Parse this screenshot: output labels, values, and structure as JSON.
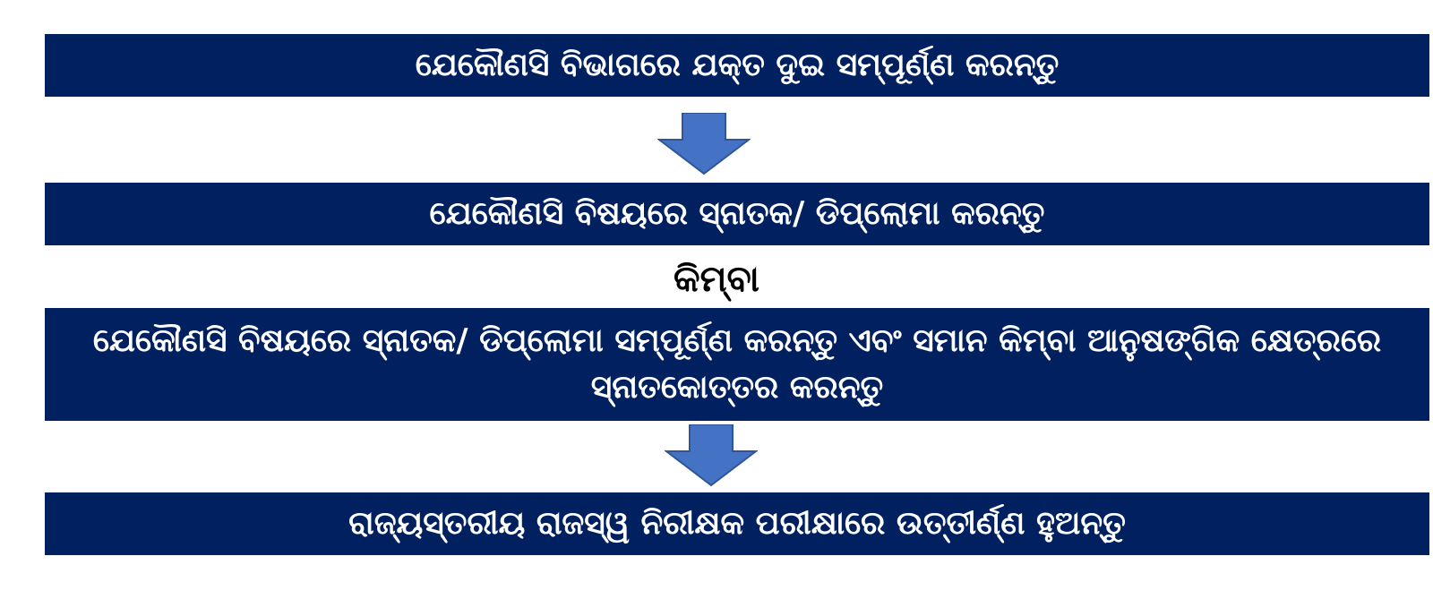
{
  "diagram": {
    "steps": [
      {
        "text": "ଯେକୌଣସି ବିଭାଗରେ ଯକ୍ତ ଦୁଇ ସମ୍ପୂର୍ଣ୍ଣ କରନ୍ତୁ"
      },
      {
        "text": "ଯେକୌଣସି ବିଷୟରେ ସ୍ନାତକ/ ଡିପ୍ଲୋମା କରନ୍ତୁ"
      },
      {
        "text": "ଯେକୌଣସି ବିଷୟରେ ସ୍ନାତକ/ ଡିପ୍ଲୋମା ସମ୍ପୂର୍ଣ୍ଣ କରନ୍ତୁ ଏବଂ ସମାନ କିମ୍ବା ଆନୁଷଙ୍ଗିକ କ୍ଷେତ୍ରରେ ସ୍ନାତକୋତ୍ତର କରନ୍ତୁ"
      },
      {
        "text": "ରାଜ୍ୟସ୍ତରୀୟ  ରାଜସ୍ୱ ନିରୀକ୍ଷକ  ପରୀକ୍ଷାରେ  ଉତ୍ତୀର୍ଣ୍ଣ ହୁଅନ୍ତୁ"
      }
    ],
    "or_label": "କିମ୍ବା",
    "box_color": "#002060",
    "text_color": "#FFFFFF",
    "arrow_color": "#4472C4",
    "arrow_icon": "down-arrow-icon"
  }
}
